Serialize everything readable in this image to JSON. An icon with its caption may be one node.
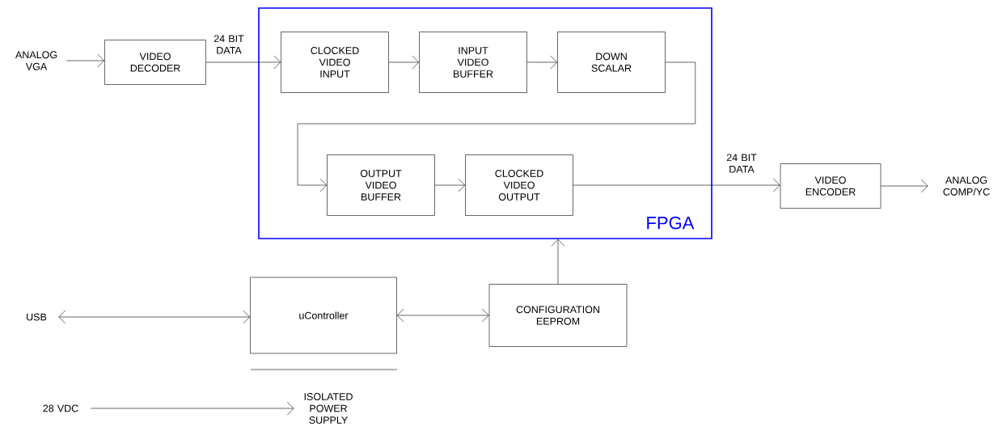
{
  "diagram": {
    "nodes": [
      {
        "text": [
          "ANALOG VGA"
        ]
      },
      {
        "text": [
          "VIDEO DECODER"
        ]
      },
      {
        "text": [
          "FPGA"
        ]
      },
      {
        "text": [
          "CLOCKED VIDEO INPUT"
        ],
        "in": 2
      },
      {
        "text": [
          "INPUT VIDEO BUFFER"
        ],
        "in": 2
      },
      {
        "text": [
          "DOWN SCALAR"
        ],
        "in": 2
      },
      {
        "text": [
          "OUTPUT VIDEO BUFFER"
        ],
        "in": 2
      },
      {
        "text": [
          "CLOCKED VIDEO OUTPUT"
        ],
        "in": 2
      },
      {
        "text": [
          "VIDEO ENCODER"
        ]
      },
      {
        "text": [
          "ANALOG COMP/YC"
        ]
      },
      {
        "text": [
          "USB"
        ]
      },
      {
        "text": [
          "uController"
        ]
      },
      {
        "text": [
          "CONFIGURATION EEPROM"
        ]
      },
      {
        "text": [
          "28 VDC"
        ]
      },
      {
        "text": [
          "ISOLATED POWER SUPPLY"
        ]
      }
    ],
    "edges": [
      {
        "from": 0,
        "to": 1,
        "arrow": "to"
      },
      {
        "from": 1,
        "to": 3,
        "arrow": "to",
        "label": "24 BIT DATA"
      },
      {
        "from": 3,
        "to": 4,
        "arrow": "to"
      },
      {
        "from": 4,
        "to": 5,
        "arrow": "to"
      },
      {
        "from": 5,
        "to": 6,
        "arrow": "to"
      },
      {
        "from": 6,
        "to": 7,
        "arrow": "to"
      },
      {
        "from": 7,
        "to": 8,
        "arrow": "to",
        "label": "24 BIT DATA"
      },
      {
        "from": 8,
        "to": 9,
        "arrow": "to"
      },
      {
        "from": 10,
        "to": 11,
        "arrow": "both"
      },
      {
        "from": 11,
        "to": 12,
        "arrow": "both"
      },
      {
        "from": 12,
        "to": 2,
        "arrow": "to"
      },
      {
        "from": 13,
        "to": 14,
        "arrow": "to"
      }
    ]
  }
}
